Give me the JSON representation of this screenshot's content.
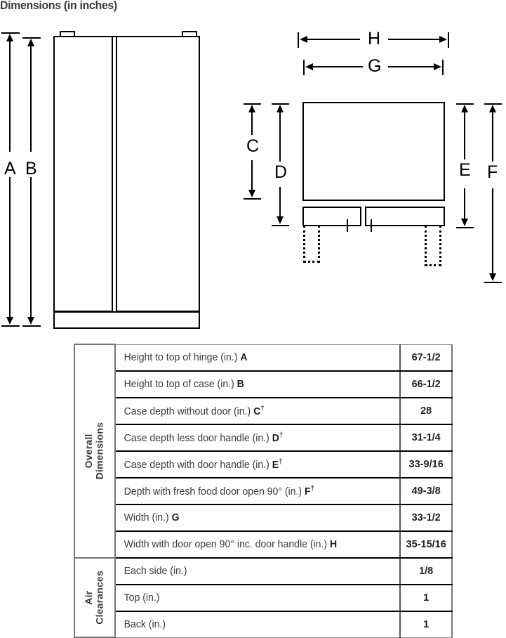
{
  "title": "Dimensions (in inches)",
  "diagram": {
    "front_view": {
      "name": "front-elevation-view",
      "dimension_labels": [
        "A",
        "B"
      ]
    },
    "top_view": {
      "name": "top-plan-view",
      "depth_labels": [
        "C",
        "D",
        "E",
        "F"
      ],
      "width_labels": [
        "H",
        "G"
      ]
    }
  },
  "table": {
    "groups": [
      {
        "label": "Overall\nDimensions",
        "name": "overall-dimensions"
      },
      {
        "label": "Air\nClearances",
        "name": "air-clearances"
      }
    ],
    "rows": [
      {
        "desc": "Height to top of hinge (in.) ",
        "key": "A",
        "dagger": false,
        "value": "67-1/2"
      },
      {
        "desc": "Height to top of case (in.) ",
        "key": "B",
        "dagger": false,
        "value": "66-1/2"
      },
      {
        "desc": "Case depth without door (in.) ",
        "key": "C",
        "dagger": true,
        "value": "28"
      },
      {
        "desc": "Case depth less door handle (in.) ",
        "key": "D",
        "dagger": true,
        "value": "31-1/4"
      },
      {
        "desc": "Case depth with door handle (in.) ",
        "key": "E",
        "dagger": true,
        "value": "33-9/16"
      },
      {
        "desc": "Depth with fresh food door open 90° (in.) ",
        "key": "F",
        "dagger": true,
        "value": "49-3/8"
      },
      {
        "desc": "Width (in.) ",
        "key": "G",
        "dagger": false,
        "value": "33-1/2"
      },
      {
        "desc": "Width with door open 90° inc. door handle (in.) ",
        "key": "H",
        "dagger": false,
        "value": "35-15/16"
      },
      {
        "desc": "Each side (in.)",
        "key": "",
        "dagger": false,
        "value": "1/8"
      },
      {
        "desc": "Top (in.)",
        "key": "",
        "dagger": false,
        "value": "1"
      },
      {
        "desc": "Back (in.)",
        "key": "",
        "dagger": false,
        "value": "1"
      }
    ]
  },
  "colors": {
    "ink": "#231f20",
    "text_gray": "#3a3a3a",
    "rule_gray": "#9a9a9a"
  }
}
